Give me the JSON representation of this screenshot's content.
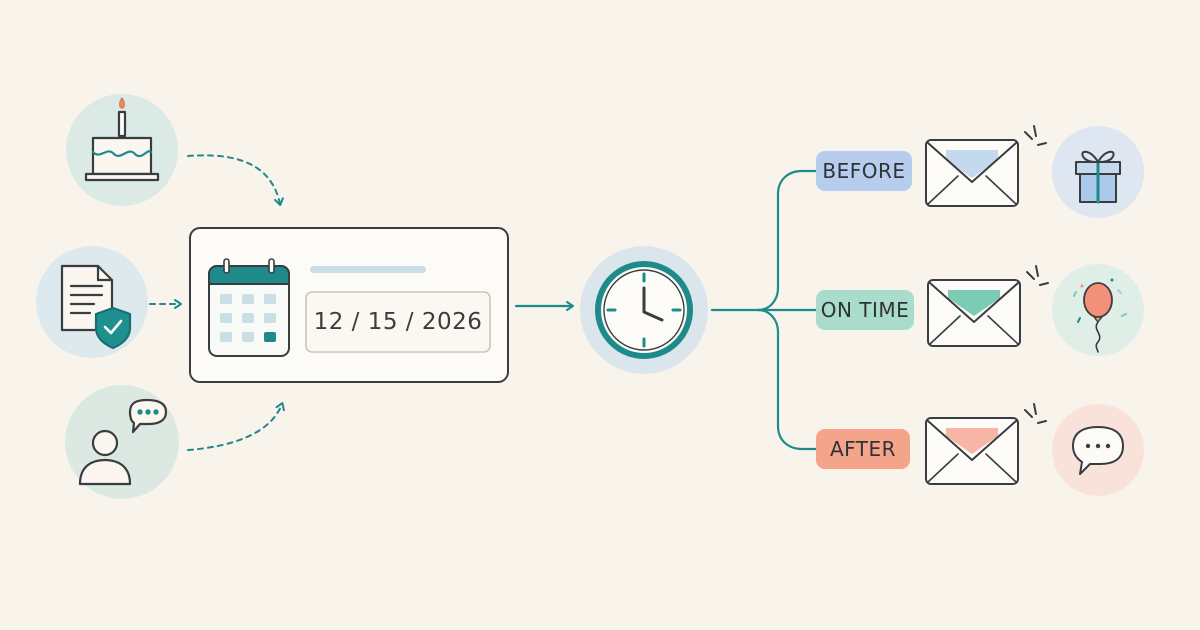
{
  "input": {
    "date_value": "12 / 15 / 2026"
  },
  "branches": [
    {
      "label": "BEFORE",
      "color": "#b6cdee",
      "flap_color": "#c4d8ee",
      "outcome_icon": "gift-icon"
    },
    {
      "label": "ON TIME",
      "color": "#a9dccb",
      "flap_color": "#7ccbb4",
      "outcome_icon": "balloon-icon"
    },
    {
      "label": "AFTER",
      "color": "#f5a48c",
      "flap_color": "#f6b5a6",
      "outcome_icon": "chat-bubble-icon"
    }
  ],
  "sources": [
    {
      "icon": "birthday-cake-icon"
    },
    {
      "icon": "verified-document-icon"
    },
    {
      "icon": "user-chat-icon"
    }
  ],
  "colors": {
    "accent": "#1f8a8a",
    "background": "#f8f4ec",
    "ink": "#3a3d40"
  }
}
